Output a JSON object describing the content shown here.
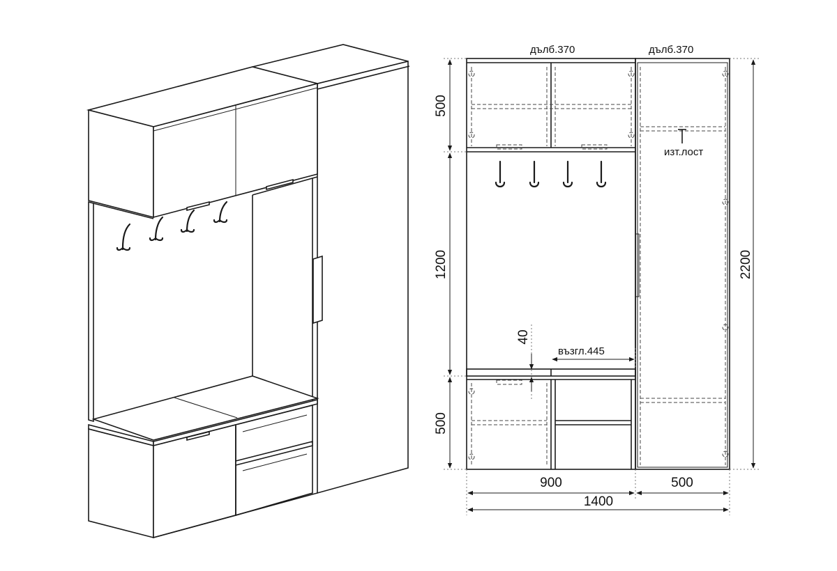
{
  "front_view": {
    "depth_left": "дълб.370",
    "depth_right": "дълб.370",
    "rod_label": "изт.лост",
    "cushion_label": "възгл.445",
    "dim_top_height": "500",
    "dim_middle_height": "1200",
    "dim_bottom_height": "500",
    "dim_total_height": "2200",
    "dim_seat": "40",
    "dim_left_width": "900",
    "dim_right_width": "500",
    "dim_total_width": "1400"
  }
}
